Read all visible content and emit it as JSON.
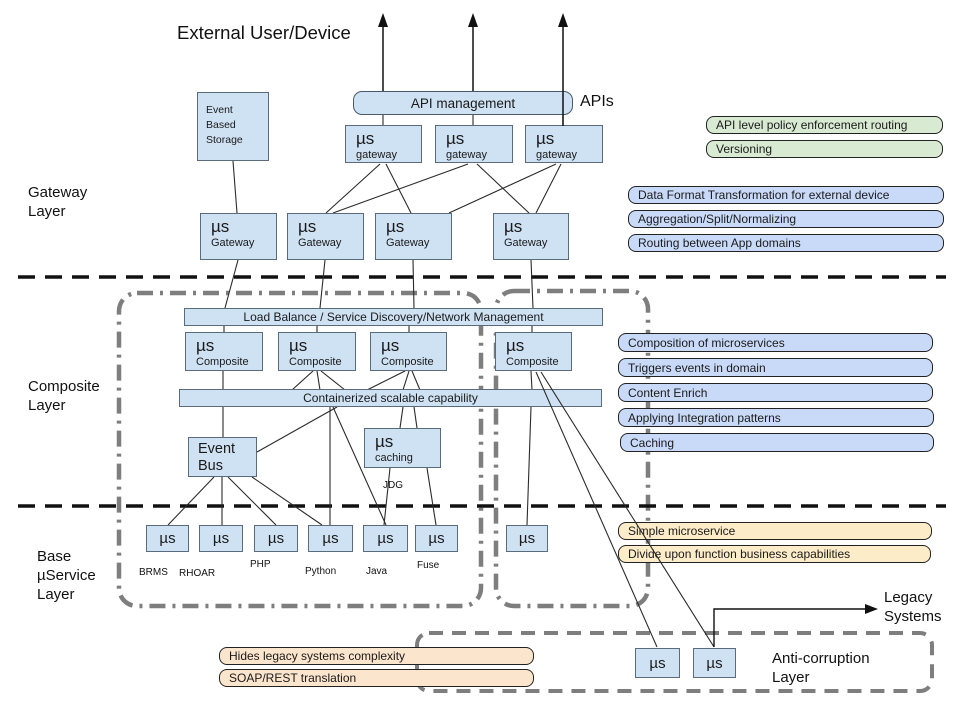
{
  "title": "External User/Device",
  "apis": "APIs",
  "api_management": "API management",
  "storage": "Event Based Storage",
  "layers": {
    "gateway": "Gateway Layer",
    "composite": "Composite Layer",
    "base": "Base µService Layer",
    "anti": "Anti-corruption Layer"
  },
  "legacy_systems": "Legacy Systems",
  "nodes": {
    "us": "µs",
    "gateway_small": "gateway",
    "gateway": "Gateway",
    "composite": "Composite",
    "caching": "caching",
    "event_bus": "Event Bus",
    "jdg": "JDG",
    "load_balance": "Load Balance / Service Discovery/Network Management",
    "containerized": "Containerized scalable capability"
  },
  "annotations": {
    "api": [
      "API level policy enforcement routing",
      "Versioning"
    ],
    "gateway": [
      "Data Format Transformation for external device",
      "Aggregation/Split/Normalizing",
      "Routing between App domains"
    ],
    "composite": [
      "Composition of microservices",
      "Triggers events in domain",
      "Content Enrich",
      "Applying Integration patterns",
      "Caching"
    ],
    "base": [
      "Simple microservice",
      "Divide upon function business capabilities"
    ],
    "legacy": [
      "Hides legacy systems complexity",
      "SOAP/REST translation"
    ]
  },
  "tech": [
    "BRMS",
    "RHOAR",
    "PHP",
    "Python",
    "Java",
    "Fuse"
  ],
  "colors": {
    "node_fill": "#cfe2f3",
    "annotation_green": "#d9ead3",
    "annotation_blue": "#c9daf8",
    "annotation_yellow": "#fdecc8",
    "annotation_orange": "#fce5cd",
    "container_gray": "#7e7e7e"
  }
}
